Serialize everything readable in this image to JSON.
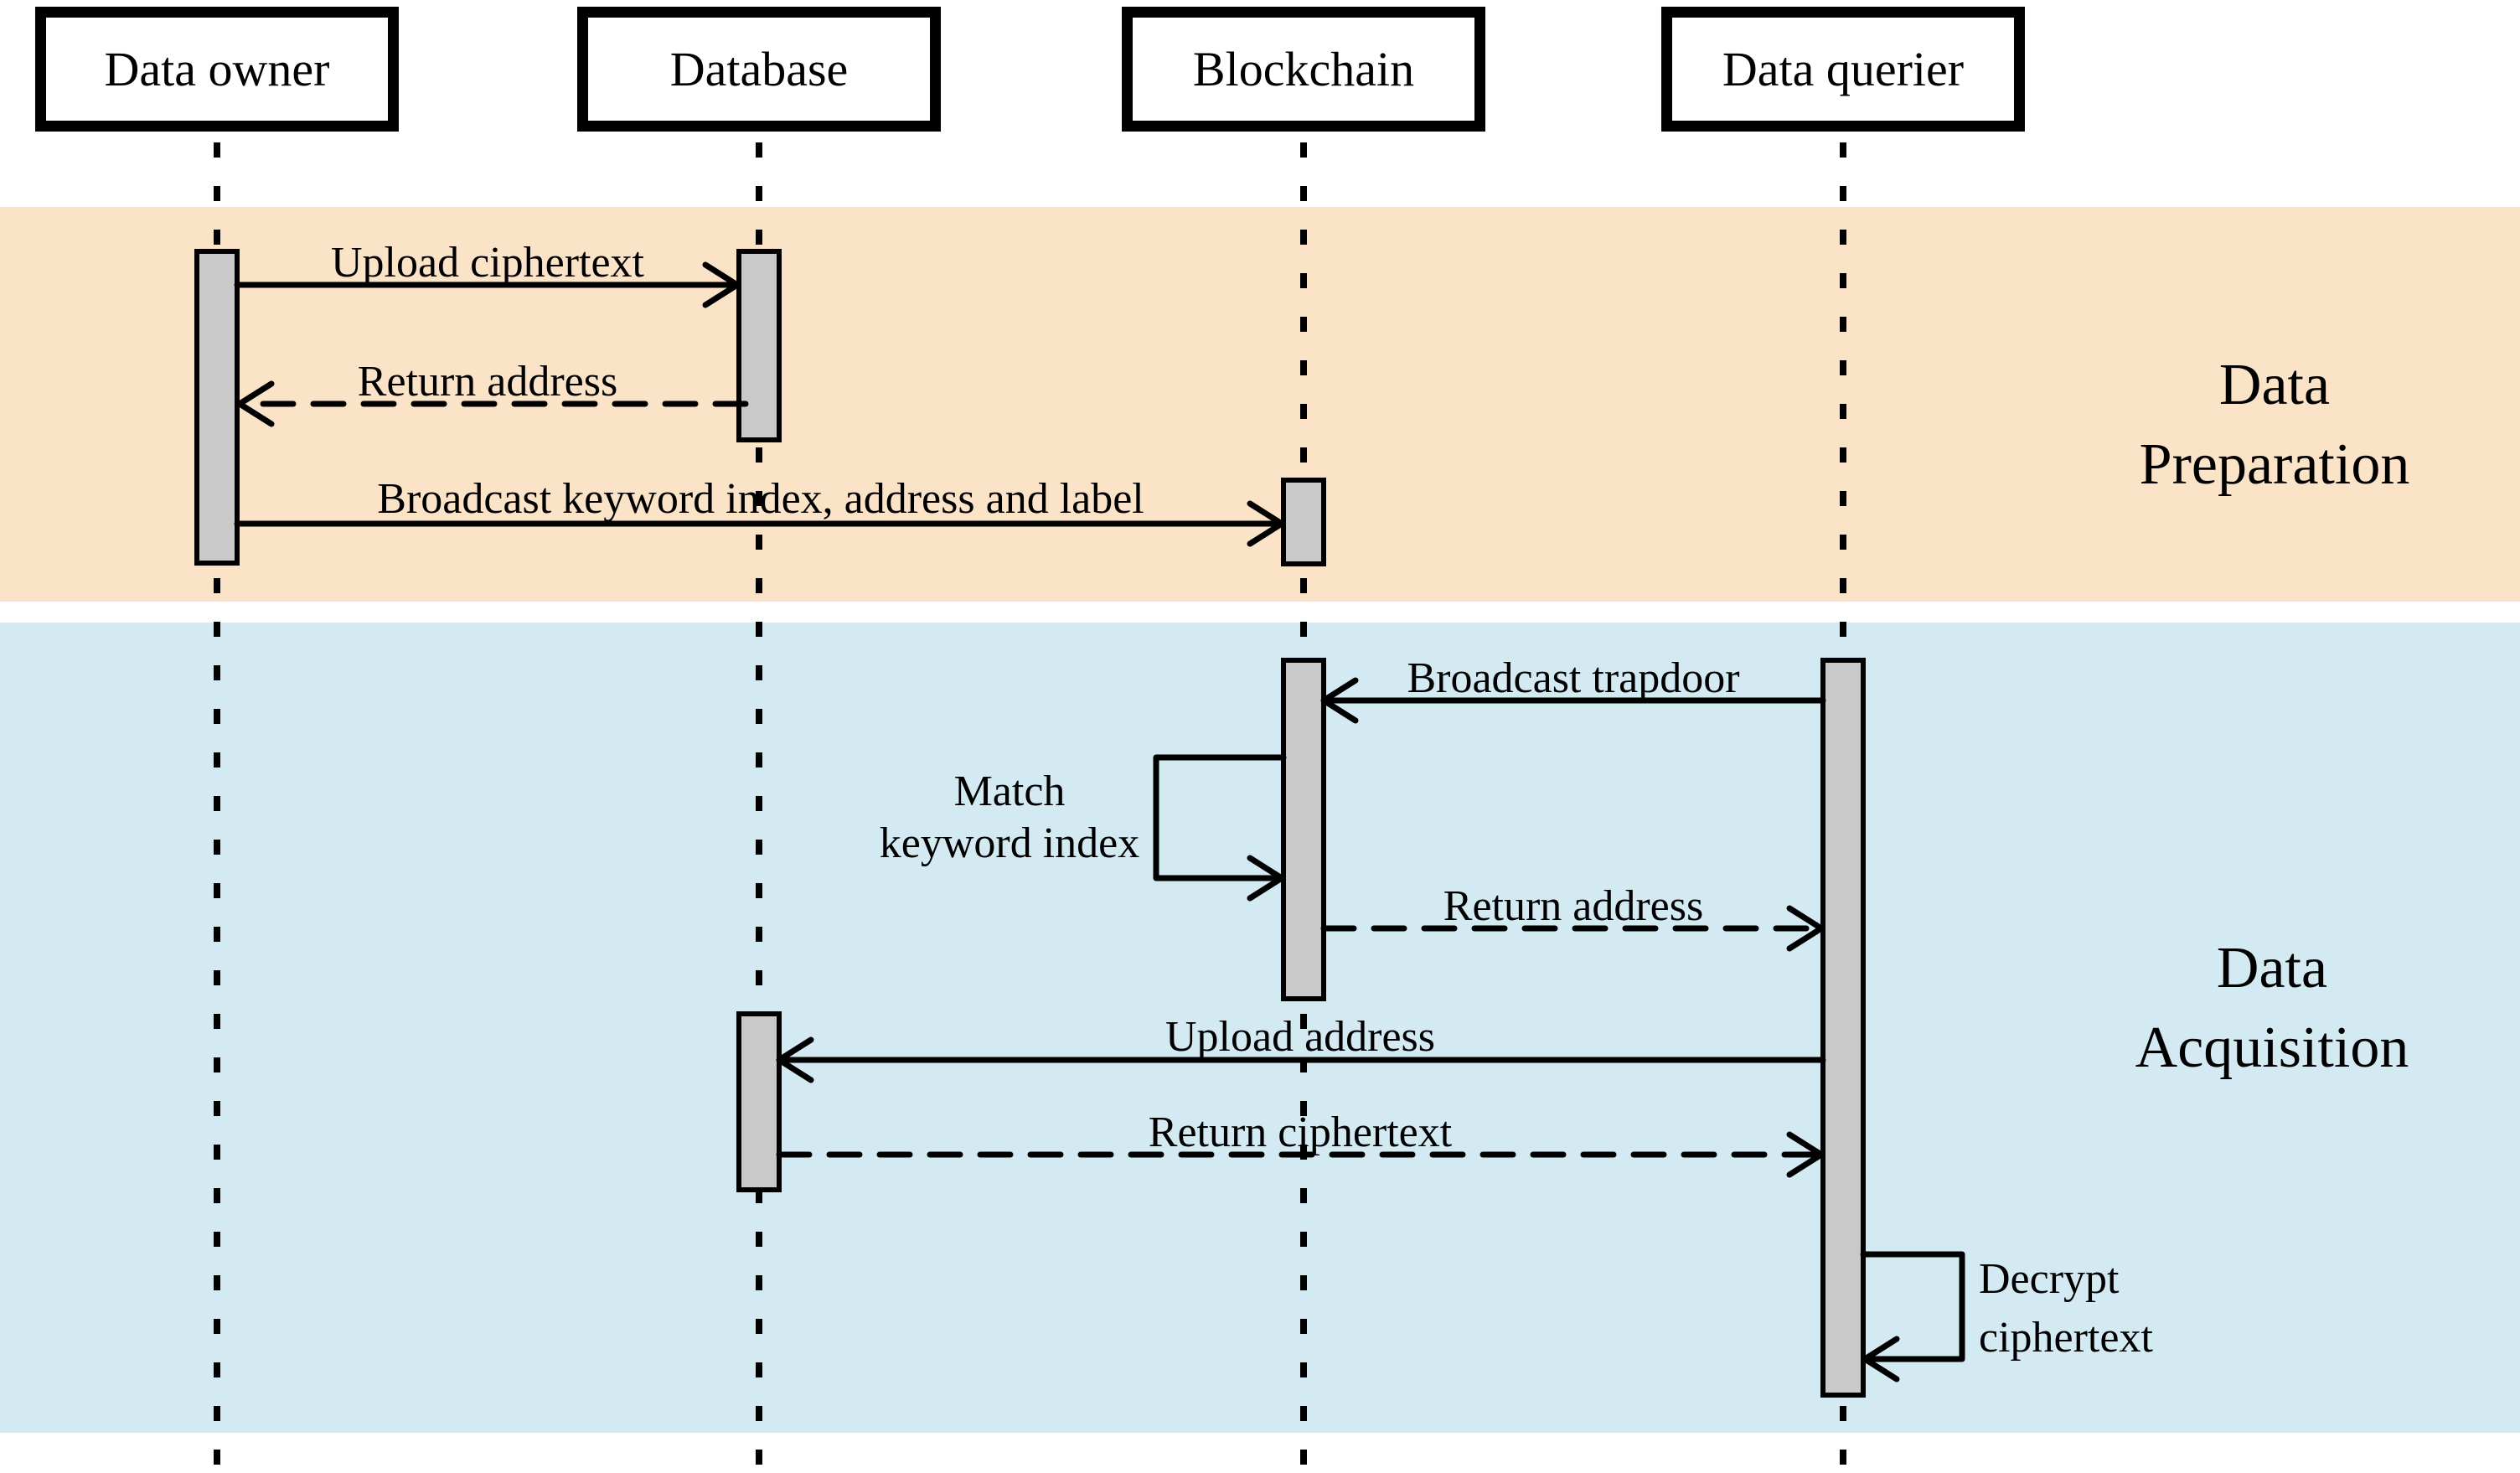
{
  "diagram_type": "uml-sequence-diagram",
  "actors": [
    {
      "id": "data-owner",
      "label": "Data owner"
    },
    {
      "id": "database",
      "label": "Database"
    },
    {
      "id": "blockchain",
      "label": "Blockchain"
    },
    {
      "id": "data-querier",
      "label": "Data querier"
    }
  ],
  "phases": [
    {
      "id": "data-preparation",
      "line1": "Data",
      "line2": "Preparation",
      "band_color": "#FBE3C8"
    },
    {
      "id": "data-acquisition",
      "line1": "Data",
      "line2": "Acquisition",
      "band_color": "#D4EAF2"
    }
  ],
  "messages": [
    {
      "label": "Upload ciphertext",
      "from": "Data owner",
      "to": "Database",
      "style": "solid"
    },
    {
      "label": "Return address",
      "from": "Database",
      "to": "Data owner",
      "style": "dashed"
    },
    {
      "label": "Broadcast keyword index, address and label",
      "from": "Data owner",
      "to": "Blockchain",
      "style": "solid"
    },
    {
      "label": "Broadcast trapdoor",
      "from": "Data querier",
      "to": "Blockchain",
      "style": "solid"
    },
    {
      "label": "Match keyword index",
      "line1": "Match",
      "line2": "keyword index",
      "from": "Blockchain",
      "to": "Blockchain",
      "style": "self-loop"
    },
    {
      "label": "Return address",
      "from": "Blockchain",
      "to": "Data querier",
      "style": "dashed"
    },
    {
      "label": "Upload address",
      "from": "Data querier",
      "to": "Database",
      "style": "solid"
    },
    {
      "label": "Return ciphertext",
      "from": "Database",
      "to": "Data querier",
      "style": "dashed"
    },
    {
      "label": "Decrypt ciphertext",
      "line1": "Decrypt",
      "line2": "ciphertext",
      "from": "Data querier",
      "to": "Data querier",
      "style": "self-loop"
    }
  ],
  "colors": {
    "preparation_band": "#FBE3C8",
    "acquisition_band": "#D4EAF2",
    "activation_fill": "#C9C9C9",
    "line": "#000000",
    "background": "#FFFFFF"
  }
}
